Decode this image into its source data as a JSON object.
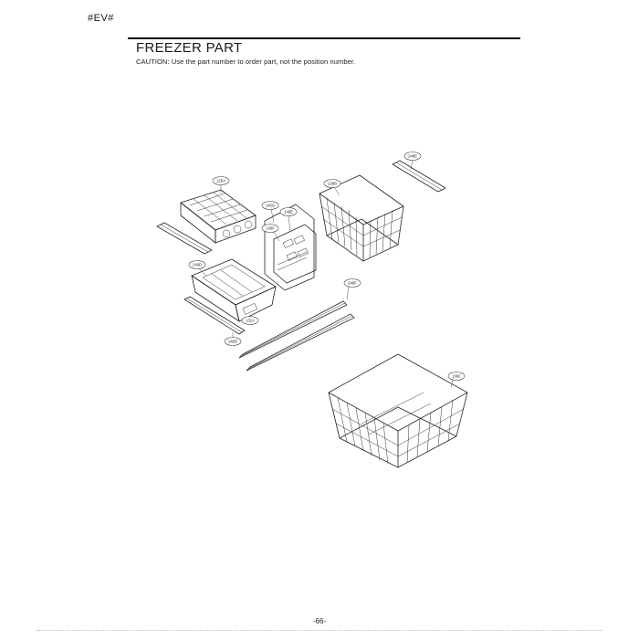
{
  "header_tag": "#EV#",
  "title": "FREEZER PART",
  "caution": "CAUTION: Use the part number to order part, not the position number.",
  "page_number": "-66-",
  "callouts": {
    "c125a": "125A",
    "c145g": "145G",
    "c145e": "145E",
    "c145f": "145F",
    "c136b": "136B",
    "c249e": "249E",
    "c249d": "249D",
    "c131a": "131A",
    "c145d": "145D",
    "c249f": "249F",
    "c136c": "136C"
  }
}
